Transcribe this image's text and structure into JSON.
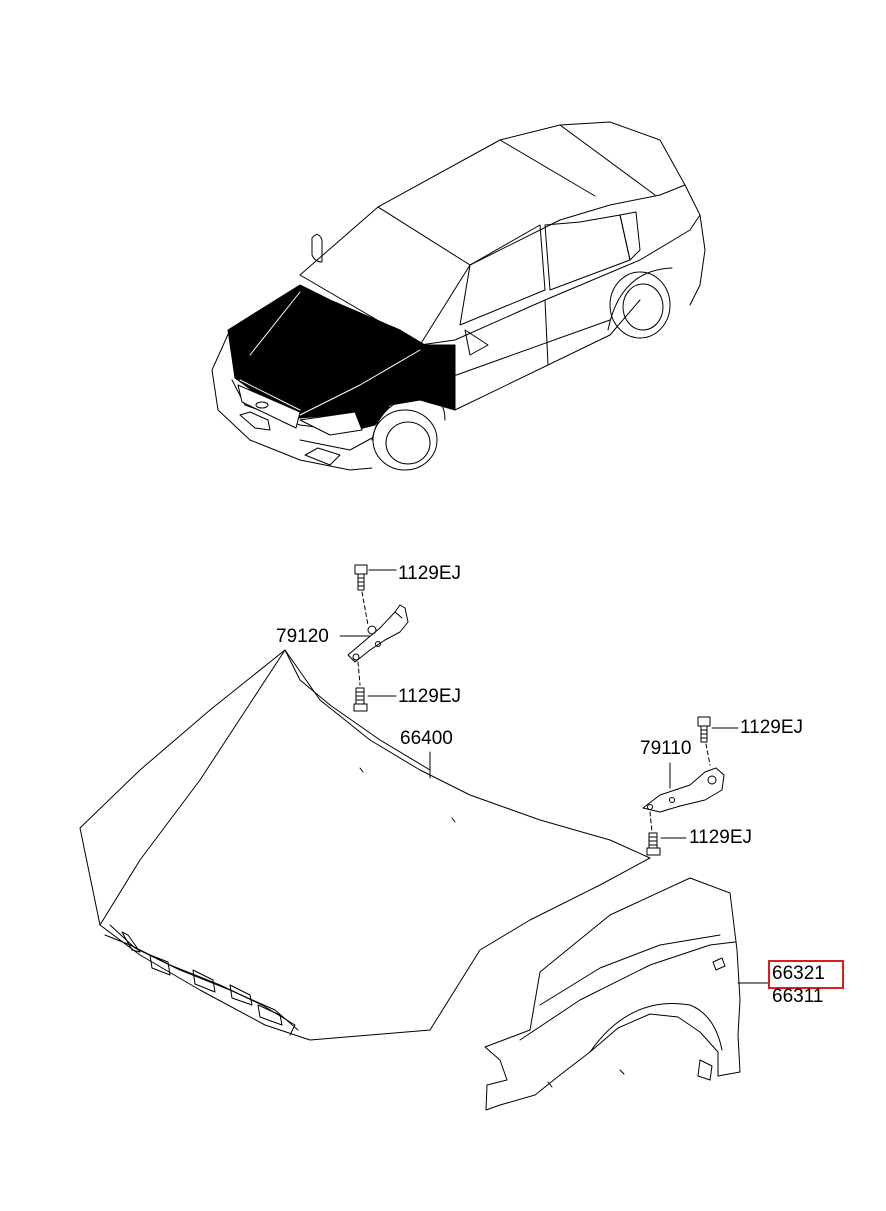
{
  "labels": {
    "bolt_top_left": "1129EJ",
    "hinge_left": "79120",
    "bolt_mid_left": "1129EJ",
    "hood": "66400",
    "bolt_top_right": "1129EJ",
    "hinge_right": "79110",
    "bolt_mid_right": "1129EJ",
    "fender_lh": "66321",
    "fender_rh": "66311"
  },
  "highlight": {
    "part": "66321",
    "color": "#e01b1b"
  },
  "colors": {
    "line": "#000000",
    "highlight": "#e01b1b",
    "fill_dark": "#000000"
  },
  "icons": [
    "car-overview-illustration",
    "hood-panel",
    "fender-panel",
    "hinge-bracket",
    "bolt-icon"
  ]
}
